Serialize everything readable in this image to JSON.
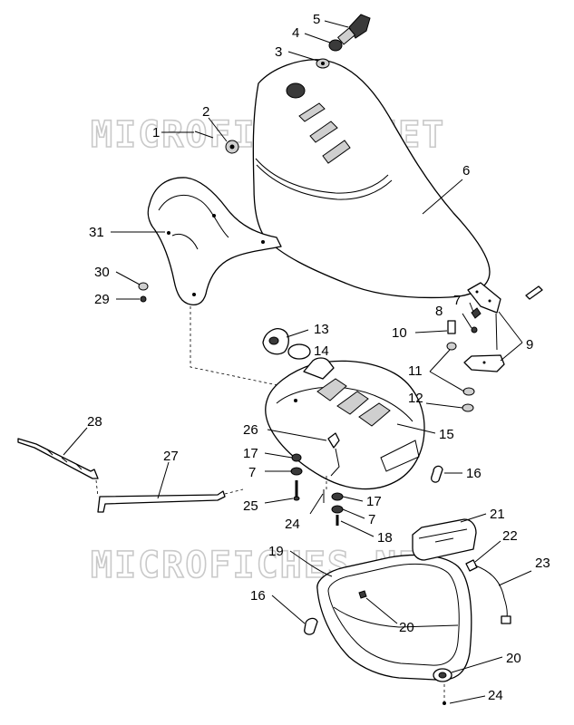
{
  "watermark": "MICROFICHES.NET",
  "callouts": [
    {
      "id": "c1",
      "text": "1"
    },
    {
      "id": "c2",
      "text": "2"
    },
    {
      "id": "c3",
      "text": "3"
    },
    {
      "id": "c4",
      "text": "4"
    },
    {
      "id": "c5",
      "text": "5"
    },
    {
      "id": "c6",
      "text": "6"
    },
    {
      "id": "c7a",
      "text": "7"
    },
    {
      "id": "c8",
      "text": "8"
    },
    {
      "id": "c9",
      "text": "9"
    },
    {
      "id": "c10",
      "text": "10"
    },
    {
      "id": "c11",
      "text": "11"
    },
    {
      "id": "c12",
      "text": "12"
    },
    {
      "id": "c13",
      "text": "13"
    },
    {
      "id": "c14",
      "text": "14"
    },
    {
      "id": "c15",
      "text": "15"
    },
    {
      "id": "c16a",
      "text": "16"
    },
    {
      "id": "c17a",
      "text": "17"
    },
    {
      "id": "c7b",
      "text": "7"
    },
    {
      "id": "c25",
      "text": "25"
    },
    {
      "id": "c24a",
      "text": "24"
    },
    {
      "id": "c26",
      "text": "26"
    },
    {
      "id": "c17b",
      "text": "17"
    },
    {
      "id": "c7c",
      "text": "7"
    },
    {
      "id": "c18",
      "text": "18"
    },
    {
      "id": "c27",
      "text": "27"
    },
    {
      "id": "c28",
      "text": "28"
    },
    {
      "id": "c29",
      "text": "29"
    },
    {
      "id": "c30",
      "text": "30"
    },
    {
      "id": "c31",
      "text": "31"
    },
    {
      "id": "c19",
      "text": "19"
    },
    {
      "id": "c16b",
      "text": "16"
    },
    {
      "id": "c20a",
      "text": "20"
    },
    {
      "id": "c20b",
      "text": "20"
    },
    {
      "id": "c21",
      "text": "21"
    },
    {
      "id": "c22",
      "text": "22"
    },
    {
      "id": "c23",
      "text": "23"
    },
    {
      "id": "c24b",
      "text": "24"
    }
  ]
}
